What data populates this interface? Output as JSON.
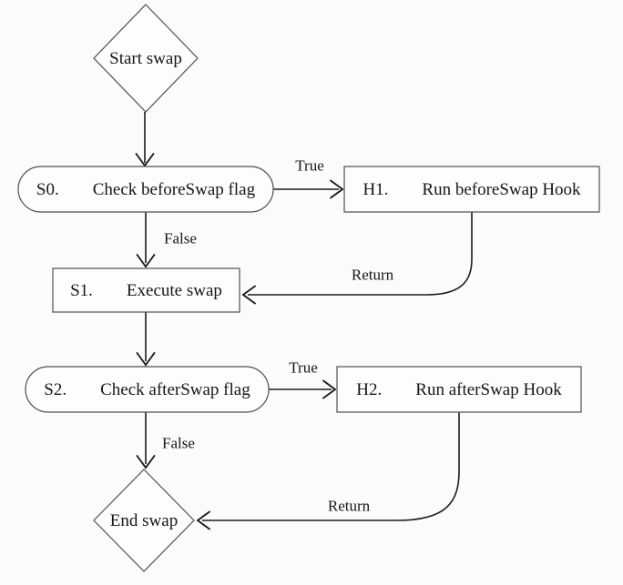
{
  "diagram": {
    "type": "flowchart",
    "colors": {
      "background": "#fbfbfb",
      "node_fill": "#fdfdfd",
      "node_border": "#4f4f4f",
      "arrow": "#1c1c1c",
      "text": "#161616"
    },
    "nodes": [
      {
        "id": "start",
        "shape": "diamond",
        "code": "",
        "label": "Start swap"
      },
      {
        "id": "s0",
        "shape": "stadium",
        "code": "S0.",
        "label": "Check beforeSwap flag"
      },
      {
        "id": "h1",
        "shape": "rect",
        "code": "H1.",
        "label": "Run beforeSwap Hook"
      },
      {
        "id": "s1",
        "shape": "rect",
        "code": "S1.",
        "label": "Execute swap"
      },
      {
        "id": "s2",
        "shape": "stadium",
        "code": "S2.",
        "label": "Check afterSwap flag"
      },
      {
        "id": "h2",
        "shape": "rect",
        "code": "H2.",
        "label": "Run afterSwap Hook"
      },
      {
        "id": "end",
        "shape": "diamond",
        "code": "",
        "label": "End swap"
      }
    ],
    "edges": [
      {
        "id": "start-s0",
        "from": "start",
        "to": "s0",
        "label": ""
      },
      {
        "id": "s0-h1",
        "from": "s0",
        "to": "h1",
        "label": "True"
      },
      {
        "id": "s0-s1",
        "from": "s0",
        "to": "s1",
        "label": "False"
      },
      {
        "id": "h1-s1",
        "from": "h1",
        "to": "s1",
        "label": "Return"
      },
      {
        "id": "s1-s2",
        "from": "s1",
        "to": "s2",
        "label": ""
      },
      {
        "id": "s2-h2",
        "from": "s2",
        "to": "h2",
        "label": "True"
      },
      {
        "id": "s2-end",
        "from": "s2",
        "to": "end",
        "label": "False"
      },
      {
        "id": "h2-end",
        "from": "h2",
        "to": "end",
        "label": "Return"
      }
    ]
  }
}
